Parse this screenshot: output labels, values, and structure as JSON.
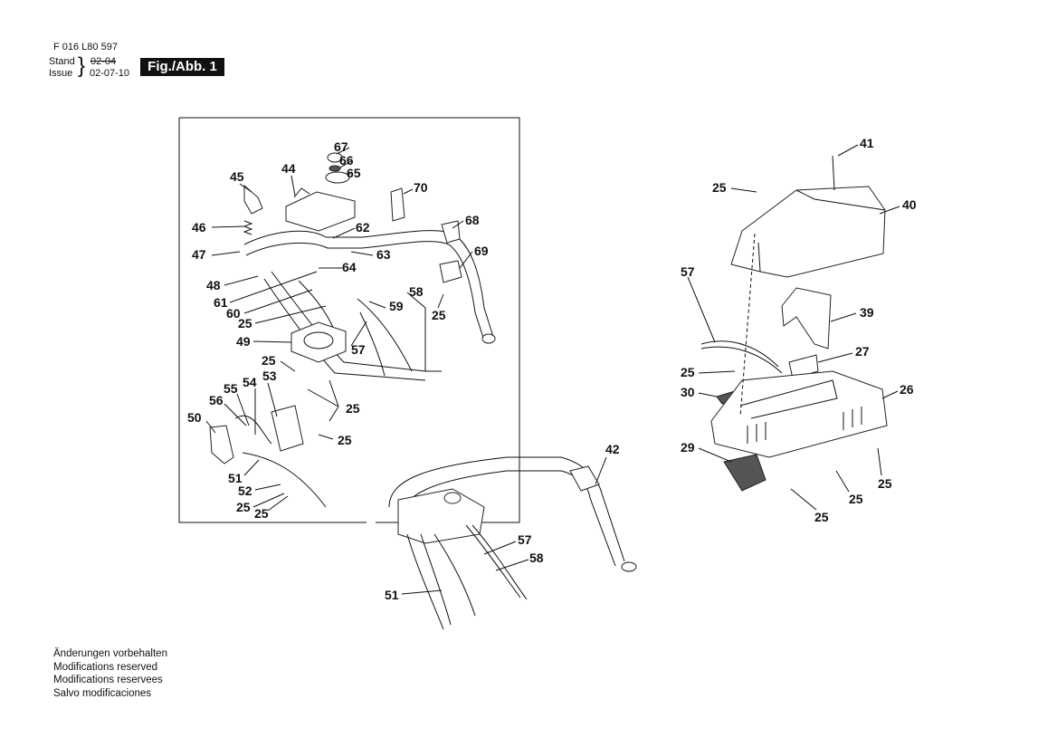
{
  "header": {
    "doc_number": "F 016 L80 597",
    "stand_label": "Stand",
    "issue_label": "Issue",
    "old_date": "02-04",
    "issue_date": "02-07-10",
    "figure_label": "Fig./Abb. 1"
  },
  "footer": {
    "lines": [
      "Änderungen vorbehalten",
      "Modifications reserved",
      "Modifications reservees",
      "Salvo modificaciones"
    ]
  },
  "callouts": [
    "67",
    "66",
    "65",
    "44",
    "45",
    "70",
    "46",
    "62",
    "68",
    "47",
    "63",
    "69",
    "48",
    "64",
    "61",
    "60",
    "59",
    "58",
    "25",
    "25",
    "49",
    "57",
    "25",
    "54",
    "55",
    "53",
    "56",
    "25",
    "50",
    "25",
    "51",
    "52",
    "25",
    "25",
    "42",
    "57",
    "58",
    "51",
    "41",
    "25",
    "40",
    "57",
    "39",
    "27",
    "25",
    "30",
    "26",
    "29",
    "25",
    "25",
    "25"
  ]
}
